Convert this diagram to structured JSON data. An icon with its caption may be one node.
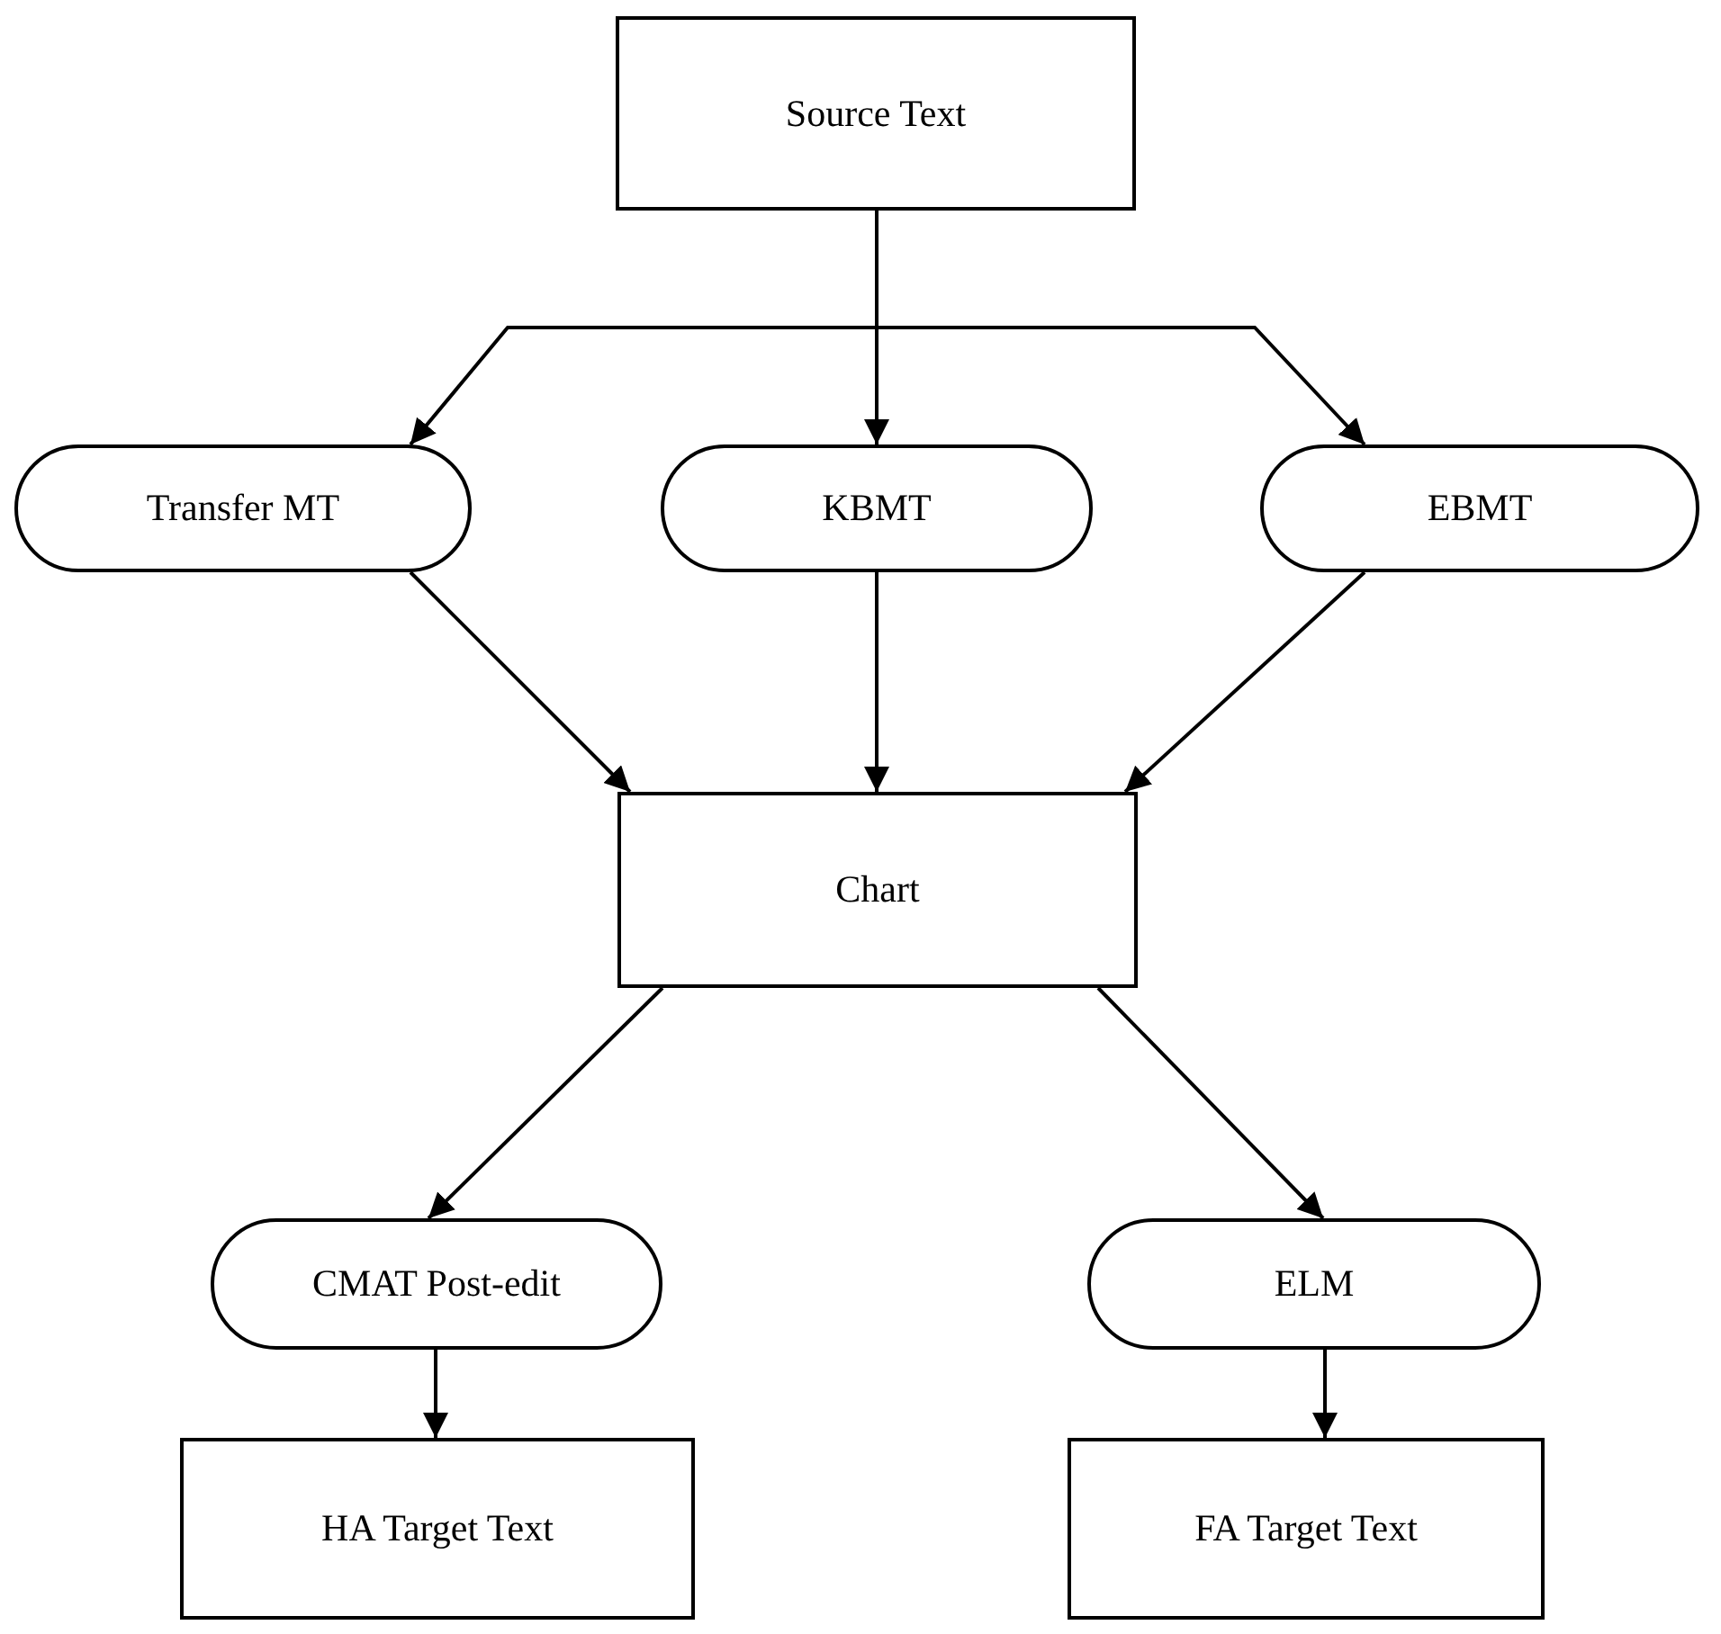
{
  "diagram": {
    "nodes": [
      {
        "text": [
          "Source Text"
        ]
      },
      {
        "text": [
          "Transfer MT"
        ]
      },
      {
        "text": [
          "KBMT"
        ]
      },
      {
        "text": [
          "EBMT"
        ]
      },
      {
        "text": [
          "Chart"
        ]
      },
      {
        "text": [
          "CMAT Post-edit"
        ]
      },
      {
        "text": [
          "ELM"
        ]
      },
      {
        "text": [
          "HA Target Text"
        ]
      },
      {
        "text": [
          "FA Target Text"
        ]
      }
    ],
    "edges": [
      {
        "from": 0,
        "to": 1,
        "arrow": "to"
      },
      {
        "from": 0,
        "to": 2,
        "arrow": "to"
      },
      {
        "from": 0,
        "to": 3,
        "arrow": "to"
      },
      {
        "from": 1,
        "to": 4,
        "arrow": "to"
      },
      {
        "from": 2,
        "to": 4,
        "arrow": "to"
      },
      {
        "from": 3,
        "to": 4,
        "arrow": "to"
      },
      {
        "from": 4,
        "to": 5,
        "arrow": "to"
      },
      {
        "from": 4,
        "to": 6,
        "arrow": "to"
      },
      {
        "from": 5,
        "to": 7,
        "arrow": "to"
      },
      {
        "from": 6,
        "to": 8,
        "arrow": "to"
      }
    ]
  }
}
